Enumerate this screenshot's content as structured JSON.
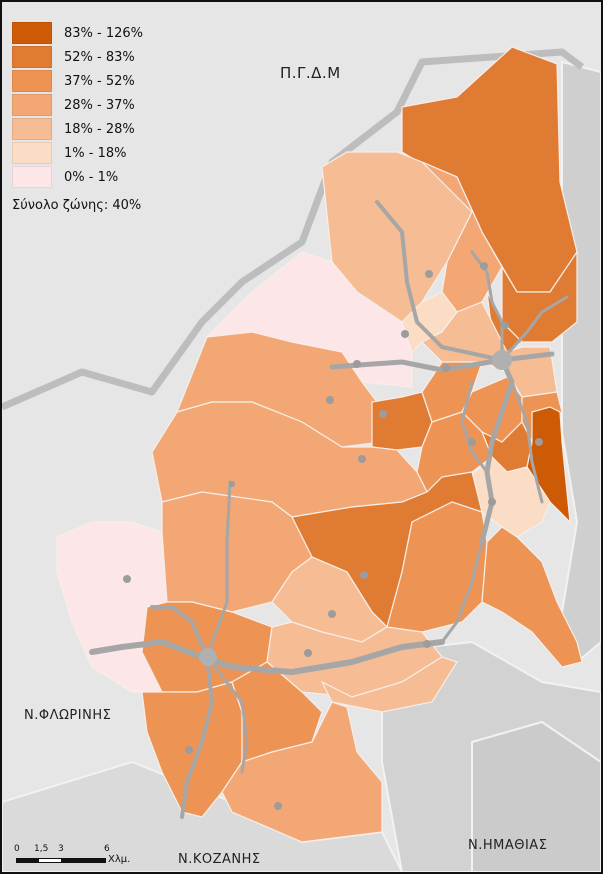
{
  "legend": {
    "classes": [
      {
        "label": "83% - 126%",
        "color": "#cd5a04"
      },
      {
        "label": "52% - 83%",
        "color": "#e07b34"
      },
      {
        "label": "37% - 52%",
        "color": "#ed9455"
      },
      {
        "label": "28% - 37%",
        "color": "#f3a775"
      },
      {
        "label": "18% - 28%",
        "color": "#f6bc93"
      },
      {
        "label": "1% - 18%",
        "color": "#fbdcc4"
      },
      {
        "label": "0% - 1%",
        "color": "#fde6e8"
      }
    ],
    "total": "Σύνολο ζώνης: 40%"
  },
  "labels": {
    "north": "Π.Γ.Δ.Μ",
    "west": "Ν.ΦΛΩΡΙΝΗΣ",
    "south": "Ν.ΚΟΖΑΝΗΣ",
    "east": "Ν.ΗΜΑΘΙΑΣ"
  },
  "scale": {
    "ticks": [
      "0",
      "1,5",
      "3",
      "6"
    ],
    "unit": "Χλμ."
  },
  "colors": {
    "background": "#e6e6e6",
    "neighbour_border": "#c4c4c4",
    "roads": "#a6a6a6",
    "city_dots": "#9c9c9c"
  }
}
